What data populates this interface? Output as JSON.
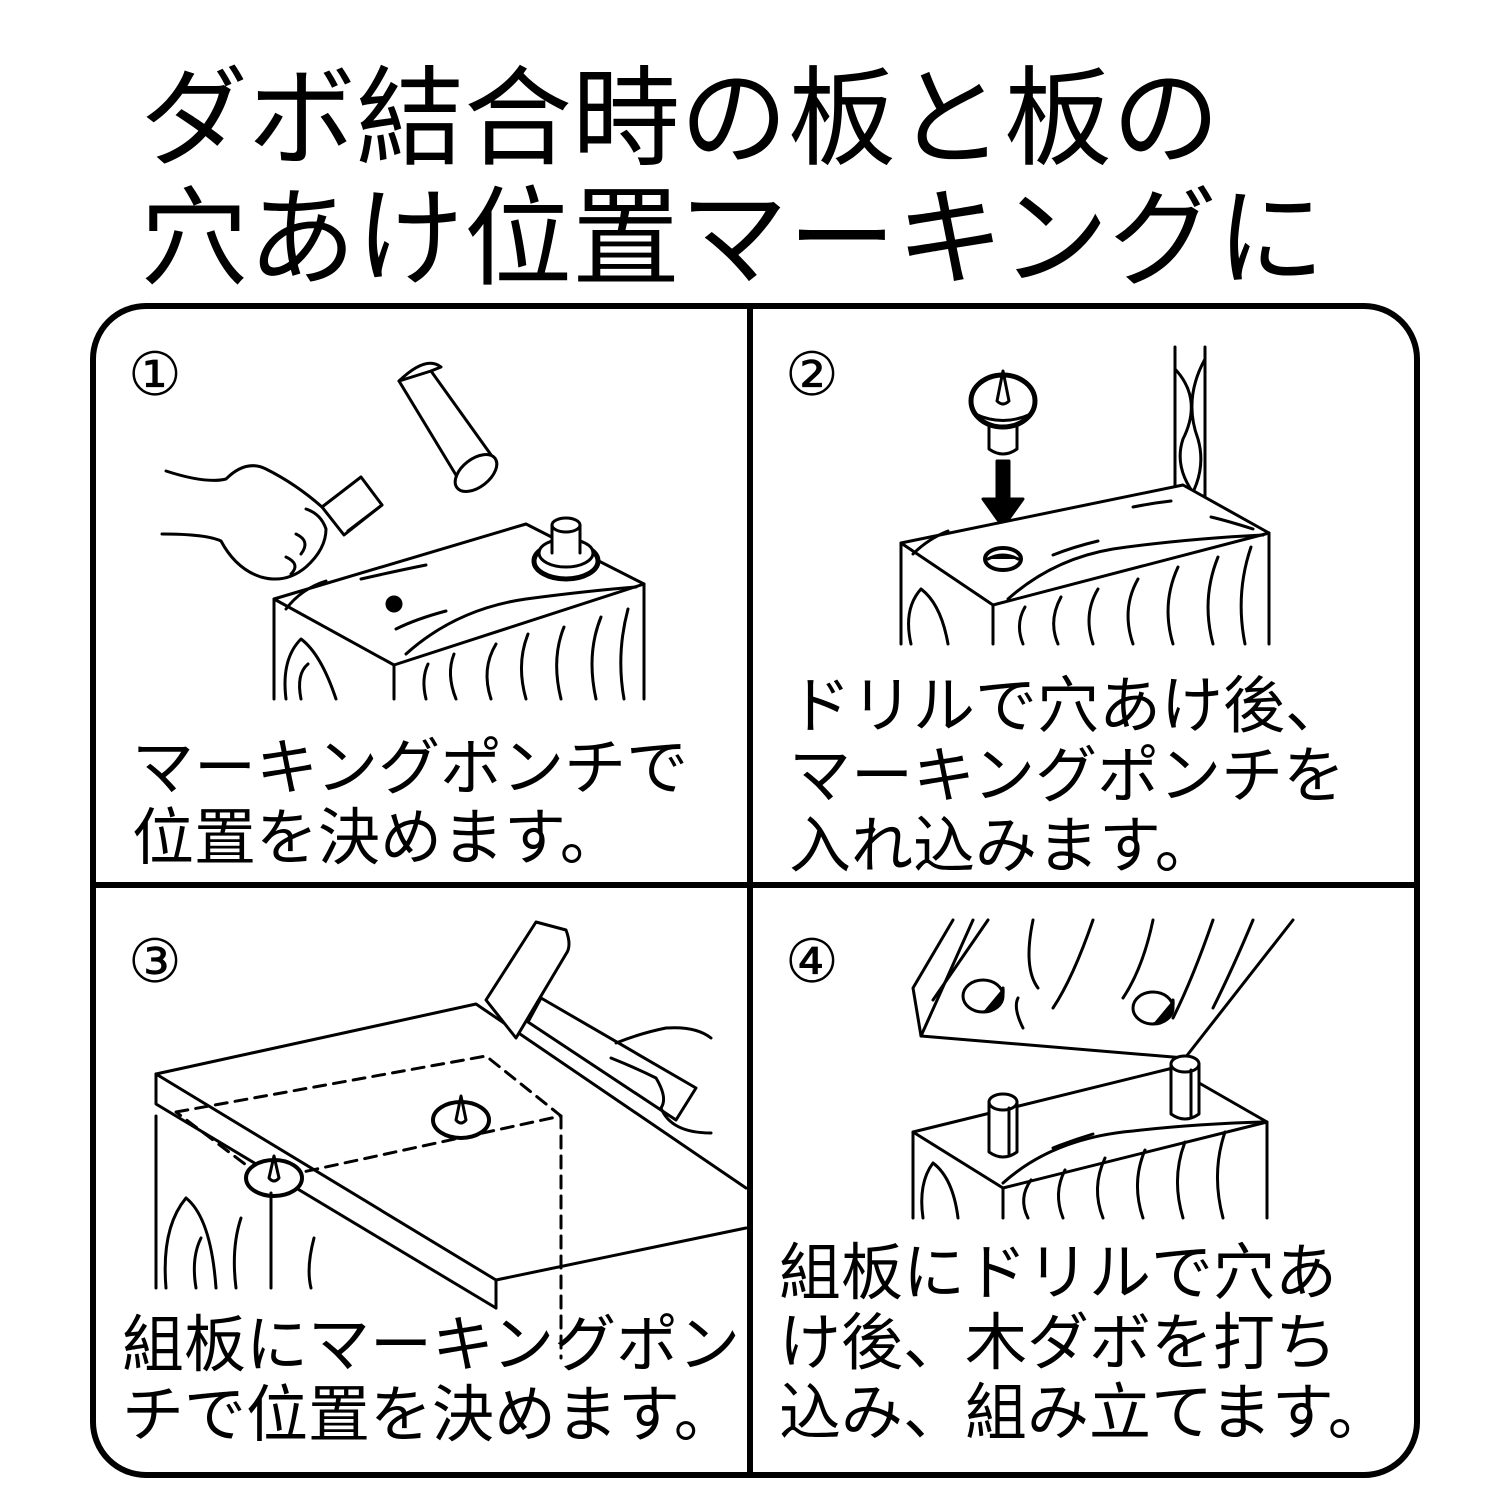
{
  "title": {
    "line1": "ダボ結合時の板と板の",
    "line2": "穴あけ位置マーキングに"
  },
  "steps": [
    {
      "number": "①",
      "lines": [
        "マーキングポンチで",
        "位置を決めます。"
      ],
      "illustration": "hand-hammer-marking-punch"
    },
    {
      "number": "②",
      "lines": [
        "ドリルで穴あけ後、",
        "マーキングポンチを",
        "入れ込みます。"
      ],
      "illustration": "drill-bit-punch-insert"
    },
    {
      "number": "③",
      "lines": [
        "組板にマーキングポン",
        "チで位置を決めます。"
      ],
      "illustration": "hammer-board-on-punches"
    },
    {
      "number": "④",
      "lines": [
        "組板にドリルで穴あ",
        "け後、木ダボを打ち",
        "込み、組み立てます。"
      ],
      "illustration": "dowel-assembly"
    }
  ],
  "colors": {
    "line": "#000000",
    "background": "#ffffff"
  }
}
